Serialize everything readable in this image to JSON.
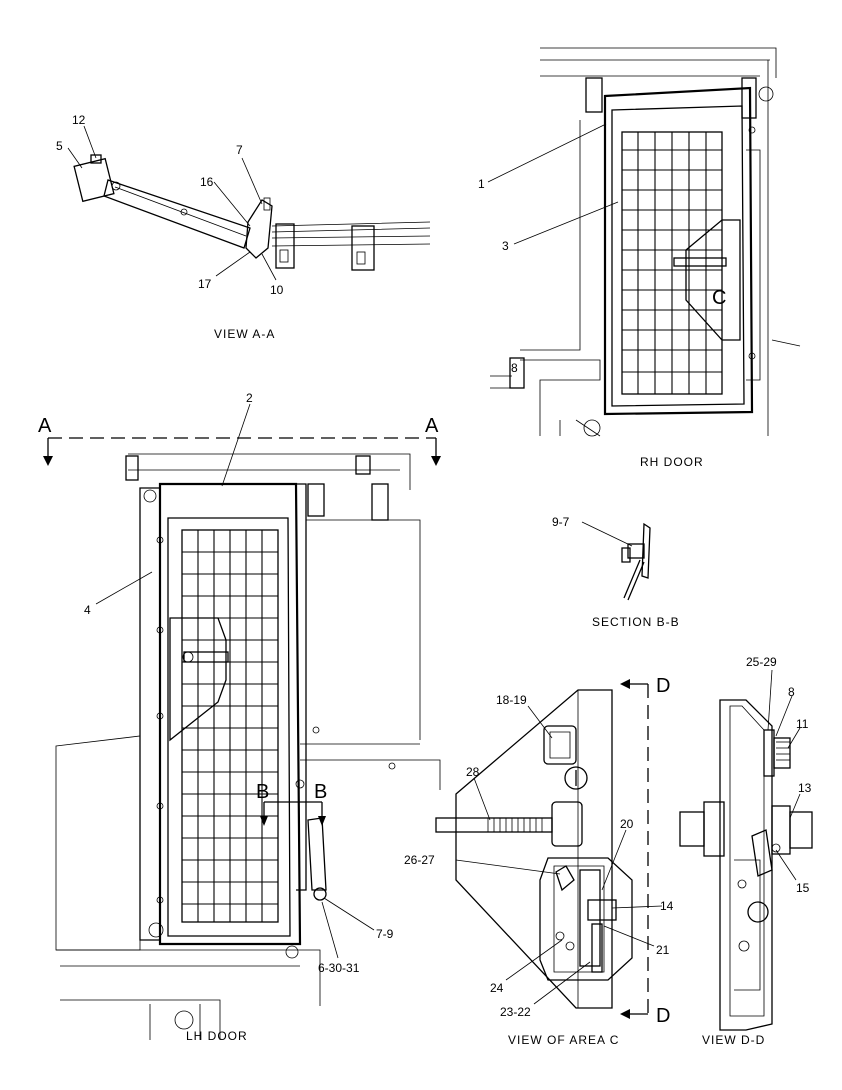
{
  "views": {
    "view_aa": "VIEW A-A",
    "rh_door": "RH DOOR",
    "section_bb": "SECTION B-B",
    "lh_door": "LH DOOR",
    "view_area_c": "VIEW OF AREA C",
    "view_dd": "VIEW D-D"
  },
  "section_marks": {
    "a_left": "A",
    "a_right": "A",
    "b_left": "B",
    "b_right": "B",
    "c": "C",
    "d_top": "D",
    "d_bottom": "D"
  },
  "callouts": {
    "view_aa": [
      "12",
      "5",
      "7",
      "16",
      "17",
      "10"
    ],
    "rh_door": [
      "1",
      "3",
      "8"
    ],
    "lh_door": [
      "2",
      "4",
      "7-9",
      "6-30-31"
    ],
    "section_bb": [
      "9-7"
    ],
    "area_c": [
      "18-19",
      "28",
      "20",
      "26-27",
      "14",
      "21",
      "24",
      "23-22"
    ],
    "view_dd": [
      "25-29",
      "8",
      "11",
      "13",
      "15"
    ]
  }
}
